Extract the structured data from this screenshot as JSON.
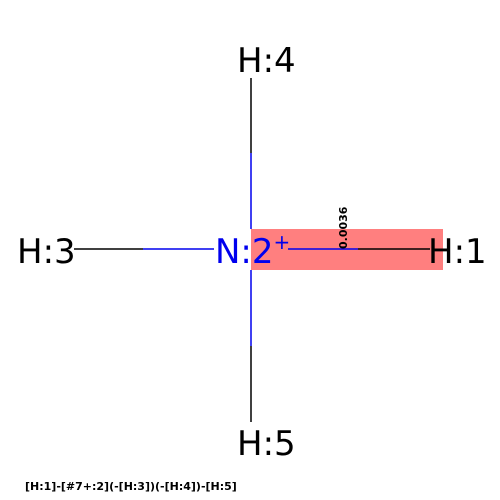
{
  "molecule": {
    "smiles": "[H:1]-[#7+:2](-[H:3])(-[H:4])-[H:5]",
    "center": {
      "element": "N",
      "map": "2",
      "charge": "+",
      "label": "N:2"
    },
    "hydrogens": [
      {
        "id": "h1",
        "label": "H:1"
      },
      {
        "id": "h3",
        "label": "H:3"
      },
      {
        "id": "h4",
        "label": "H:4"
      },
      {
        "id": "h5",
        "label": "H:5"
      }
    ],
    "highlight": {
      "bond": "N2-H1",
      "weight": "0.0036",
      "color": "#ff7f7f"
    }
  },
  "colors": {
    "nitrogen": "#0000ee",
    "hydrogen": "#000000",
    "bond": "#000000",
    "highlight": "#ff7f7f"
  }
}
